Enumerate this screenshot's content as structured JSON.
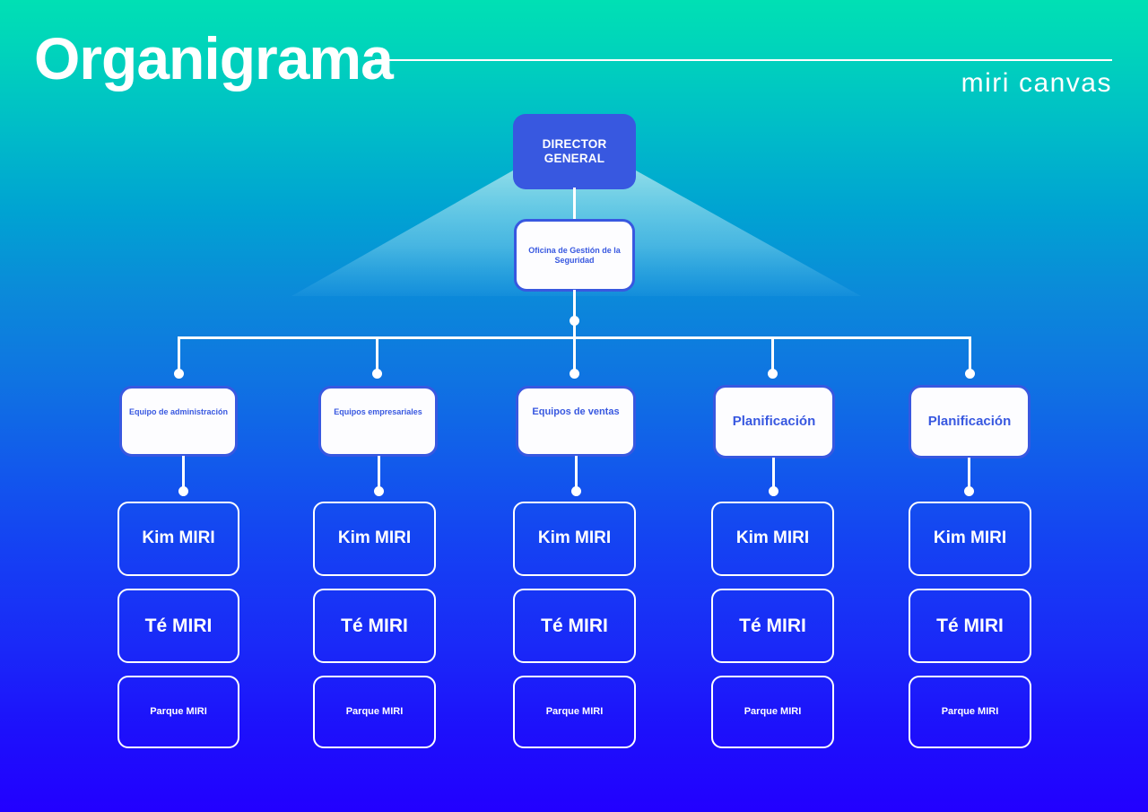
{
  "header": {
    "title": "Organigrama",
    "brand_first": "miri",
    "brand_second": "canvas",
    "rule_color": "#ffffff"
  },
  "theme": {
    "gradient_top": "#00e0b4",
    "gradient_bottom": "#2200ff",
    "accent_blue": "#3858e0",
    "box_white": "#fdfdff",
    "text_white": "#ffffff",
    "connector_color": "#ffffff"
  },
  "chart_data": {
    "type": "org-chart",
    "title": "Organigrama",
    "levels": 5,
    "root": {
      "label": "DIRECTOR GENERAL",
      "style": "filled-blue"
    },
    "staff": {
      "label": "Oficina de Gestión de la Seguridad",
      "style": "white-bordered"
    },
    "departments": [
      {
        "label": "Equipo de administración",
        "style": "white-bordered",
        "text_size": "xs",
        "members": [
          "Kim MIRI",
          "Té MIRI",
          "Parque MIRI"
        ]
      },
      {
        "label": "Equipos empresariales",
        "style": "white-bordered",
        "text_size": "xs",
        "members": [
          "Kim MIRI",
          "Té MIRI",
          "Parque MIRI"
        ]
      },
      {
        "label": "Equipos de ventas",
        "style": "white-bordered",
        "text_size": "sm",
        "members": [
          "Kim MIRI",
          "Té MIRI",
          "Parque MIRI"
        ]
      },
      {
        "label": "Planificación",
        "style": "white-bordered",
        "text_size": "md",
        "members": [
          "Kim MIRI",
          "Té MIRI",
          "Parque MIRI"
        ]
      },
      {
        "label": "Planificación",
        "style": "white-bordered",
        "text_size": "md",
        "members": [
          "Kim MIRI",
          "Té MIRI",
          "Parque MIRI"
        ]
      }
    ],
    "member_row_labels": [
      "Kim MIRI",
      "Té MIRI",
      "Parque MIRI"
    ],
    "member_row_text_sizes": [
      "lg",
      "xl",
      "sm"
    ]
  },
  "nodes": {
    "root_label": "DIRECTOR GENERAL",
    "staff_label": "Oficina de Gestión de la Seguridad",
    "dept_1": "Equipo de administración",
    "dept_2": "Equipos empresariales",
    "dept_3": "Equipos de ventas",
    "dept_4": "Planificación",
    "dept_5": "Planificación",
    "c1_r1": "Kim MIRI",
    "c1_r2": "Té MIRI",
    "c1_r3": "Parque MIRI",
    "c2_r1": "Kim MIRI",
    "c2_r2": "Té MIRI",
    "c2_r3": "Parque MIRI",
    "c3_r1": "Kim MIRI",
    "c3_r2": "Té MIRI",
    "c3_r3": "Parque MIRI",
    "c4_r1": "Kim MIRI",
    "c4_r2": "Té MIRI",
    "c4_r3": "Parque MIRI",
    "c5_r1": "Kim MIRI",
    "c5_r2": "Té MIRI",
    "c5_r3": "Parque MIRI"
  }
}
